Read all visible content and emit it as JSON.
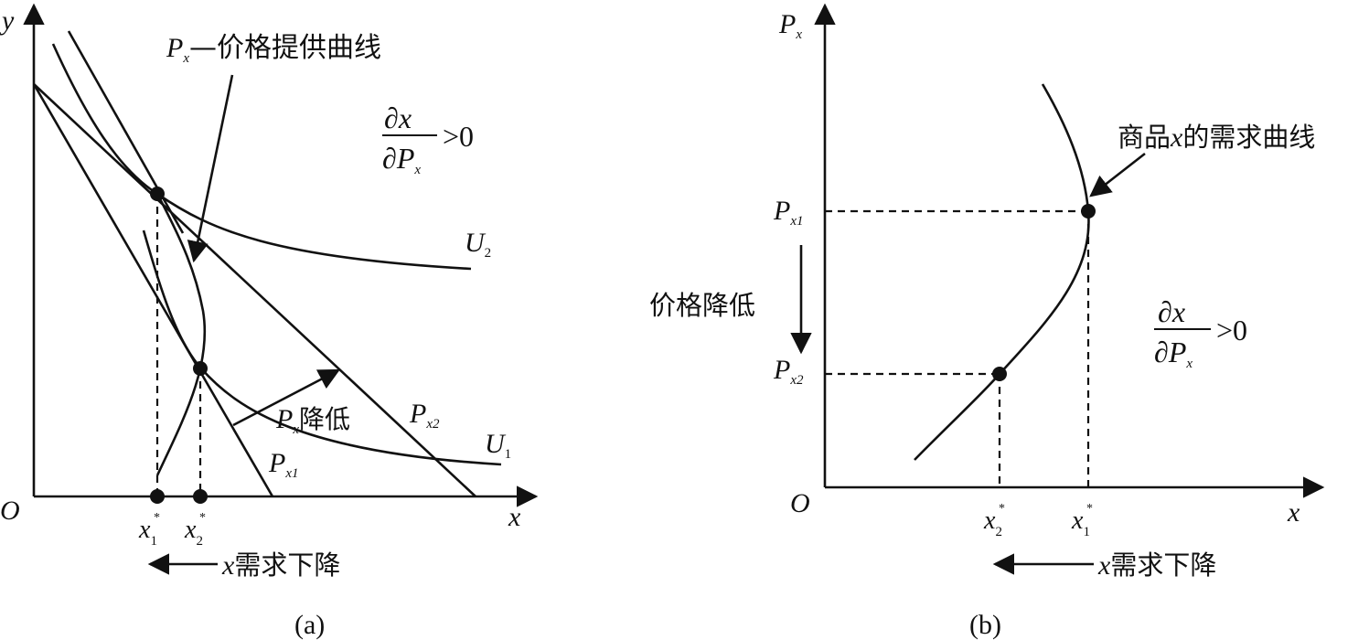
{
  "panel_a": {
    "caption": "(a)",
    "axis_y_label": "y",
    "axis_x_label": "x",
    "origin_label": "O",
    "curve_label_px": "P",
    "curve_label_px_sub": "x",
    "curve_label_text": "—价格提供曲线",
    "frac_num": "∂x",
    "frac_den_p": "∂P",
    "frac_den_sub": "x",
    "frac_rel": ">0",
    "u2_label": "U",
    "u2_sub": "2",
    "u1_label": "U",
    "u1_sub": "1",
    "budget1_label": "P",
    "budget1_sub": "x1",
    "budget2_label": "P",
    "budget2_sub": "x2",
    "shift_label_p": "P",
    "shift_label_sub": "x",
    "shift_label_text": "降低",
    "x1_label": "x",
    "x1_sub": "1",
    "x1_sup": "*",
    "x2_label": "x",
    "x2_sub": "2",
    "x2_sup": "*",
    "demand_arrow_x": "x",
    "demand_arrow_text": "需求下降"
  },
  "panel_b": {
    "caption": "(b)",
    "axis_y_label": "P",
    "axis_y_sub": "x",
    "axis_x_label": "x",
    "origin_label": "O",
    "px1_label": "P",
    "px1_sub": "x1",
    "px2_label": "P",
    "px2_sub": "x2",
    "curve_label_pre": "商品",
    "curve_label_x": "x",
    "curve_label_post": "的需求曲线",
    "price_fall_text": "价格降低",
    "frac_num": "∂x",
    "frac_den_p": "∂P",
    "frac_den_sub": "x",
    "frac_rel": ">0",
    "x2_label": "x",
    "x2_sub": "2",
    "x2_sup": "*",
    "x1_label": "x",
    "x1_sub": "1",
    "x1_sup": "*",
    "demand_arrow_x": "x",
    "demand_arrow_text": "需求下降"
  },
  "colors": {
    "ink": "#111111",
    "background": "#ffffff"
  }
}
